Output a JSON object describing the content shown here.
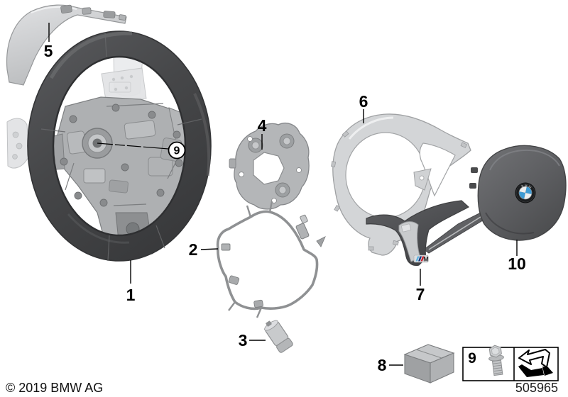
{
  "diagram": {
    "copyright": "© 2019 BMW AG",
    "doc_number": "505965"
  },
  "callouts": {
    "steering_wheel": "1",
    "connection_line": "2",
    "plug": "3",
    "cover_plate": "4",
    "trim_top": "5",
    "trim_ring": "6",
    "trim_lower": "7",
    "kit_box": "8",
    "screw_circled": "9",
    "screw_box": "9",
    "airbag": "10"
  },
  "branding": {
    "roundel_text": "BMW",
    "m_badge_text": "M"
  },
  "colors": {
    "roundel_blue": "#3e9bd4",
    "m_light_blue": "#5eb2e0",
    "m_dark_blue": "#16357c",
    "m_red": "#d0202a"
  }
}
